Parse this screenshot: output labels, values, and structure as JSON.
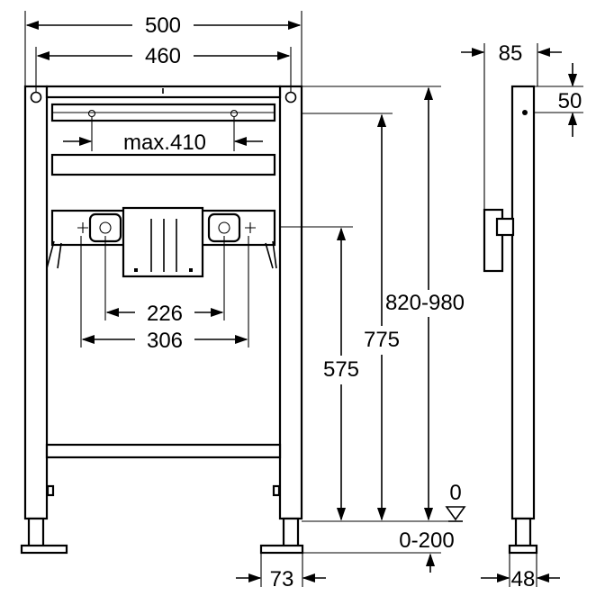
{
  "dimensions": {
    "overall_width": "500",
    "hole_spacing": "460",
    "max_adjust": "max.410",
    "bracket_inner": "226",
    "bracket_outer": "306",
    "bracket_height": "575",
    "crossbar_height": "775",
    "frame_height_range": "820-980",
    "floor_zero": "0",
    "floor_adjust": "0-200",
    "foot_width": "73",
    "side_depth": "85",
    "side_top_offset": "50",
    "side_foot": "48"
  }
}
